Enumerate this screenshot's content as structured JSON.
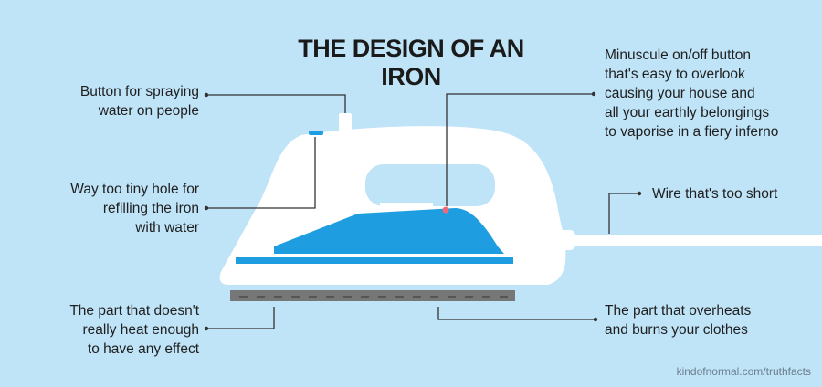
{
  "title": "THE DESIGN OF AN IRON",
  "callouts": {
    "spray_button": [
      "Button for spraying",
      "water on people"
    ],
    "refill_hole": [
      "Way too tiny hole for",
      "refilling the iron",
      "with water"
    ],
    "cold_part": [
      "The part that doesn't",
      "really heat enough",
      "to have any effect"
    ],
    "power_button": [
      "Minuscule on/off button",
      "that's easy to overlook",
      "causing your house and",
      "all your earthly belongings",
      "to vaporise in a fiery inferno"
    ],
    "wire": [
      "Wire that's too short"
    ],
    "hot_part": [
      "The part that overheats",
      "and burns your clothes"
    ]
  },
  "credit": "kindofnormal.com/truthfacts",
  "colors": {
    "background": "#bfe3f7",
    "iron_body": "#ffffff",
    "accent_blue": "#1e9ee0",
    "soleplate": "#777777",
    "power_dot": "#f06a7a",
    "leader_line": "#333333"
  }
}
